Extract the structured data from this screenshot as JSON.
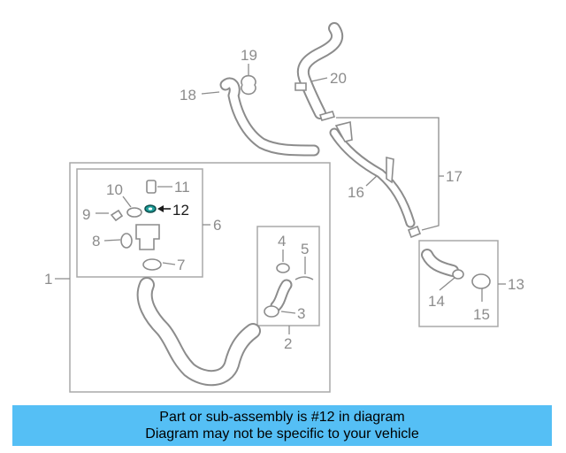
{
  "diagram": {
    "callouts": {
      "c1": "1",
      "c2": "2",
      "c3": "3",
      "c4": "4",
      "c5": "5",
      "c6": "6",
      "c7": "7",
      "c8": "8",
      "c9": "9",
      "c10": "10",
      "c11": "11",
      "c12": "12",
      "c13": "13",
      "c14": "14",
      "c15": "15",
      "c16": "16",
      "c17": "17",
      "c18": "18",
      "c19": "19",
      "c20": "20"
    },
    "highlighted_part": "12"
  },
  "banner": {
    "line1": "Part or sub-assembly is #12 in diagram",
    "line2": "Diagram may not be specific to your vehicle"
  },
  "colors": {
    "line": "#8c8c8c",
    "box": "#a8a8a8",
    "highlight_part": "#1e9e9a",
    "banner_bg": "#55bff5",
    "banner_text": "#000000"
  }
}
